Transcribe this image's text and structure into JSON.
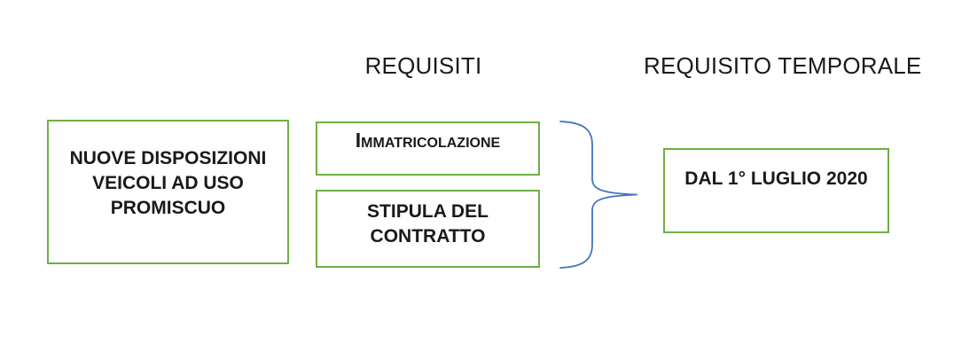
{
  "diagram": {
    "column_headers": {
      "requisiti": "REQUISITI",
      "requisito_temporale": "REQUISITO TEMPORALE"
    },
    "boxes": {
      "left": {
        "lines": [
          "NUOVE DISPOSIZIONI",
          "VEICOLI AD USO",
          "PROMISCUO"
        ]
      },
      "requirement_1": {
        "label": "Immatricolazione"
      },
      "requirement_2": {
        "lines": [
          "STIPULA DEL",
          "CONTRATTO"
        ]
      },
      "temporal": {
        "label": "DAL 1° LUGLIO 2020"
      }
    },
    "colors": {
      "box_border": "#70AD47",
      "brace": "#4472C4",
      "text": "#1a1a1a",
      "background": "#ffffff"
    }
  }
}
